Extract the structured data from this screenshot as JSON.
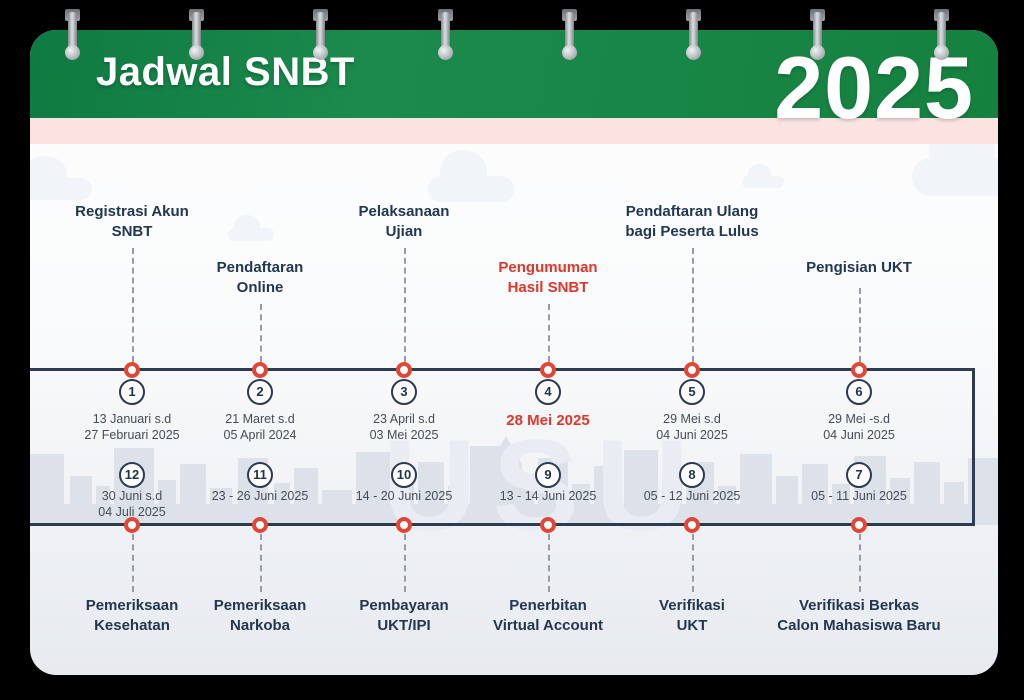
{
  "header": {
    "title": "Jadwal SNBT",
    "year": "2025"
  },
  "watermark": "USU",
  "colors": {
    "header_green": "#17854a",
    "pink_stripe": "#fae3e1",
    "accent_red": "#e0372b",
    "navy_text": "#223750",
    "timeline_line": "#2d3c52",
    "marker_red": "#e24735",
    "skyline_gray": "#dde2ea"
  },
  "timeline": {
    "top": [
      {
        "num": "1",
        "title": "Registrasi Akun\nSNBT",
        "date": "13 Januari s.d\n27 Februari 2025"
      },
      {
        "num": "2",
        "title": "Pendaftaran\nOnline",
        "date": "21 Maret s.d\n05 April 2024"
      },
      {
        "num": "3",
        "title": "Pelaksanaan\nUjian",
        "date": "23 April s.d\n03 Mei 2025"
      },
      {
        "num": "4",
        "title": "Pengumuman\nHasil SNBT",
        "date": "28 Mei 2025"
      },
      {
        "num": "5",
        "title": "Pendaftaran Ulang\nbagi Peserta Lulus",
        "date": "29 Mei s.d\n04 Juni 2025"
      },
      {
        "num": "6",
        "title": "Pengisian UKT",
        "date": "29 Mei -s.d\n04 Juni 2025"
      }
    ],
    "bottom": [
      {
        "num": "12",
        "date": "30 Juni s.d\n04 Juli 2025",
        "title": "Pemeriksaan\nKesehatan"
      },
      {
        "num": "11",
        "date": "23 - 26 Juni 2025",
        "title": "Pemeriksaan\nNarkoba"
      },
      {
        "num": "10",
        "date": "14 - 20 Juni 2025",
        "title": "Pembayaran\nUKT/IPI"
      },
      {
        "num": "9",
        "date": "13 - 14 Juni 2025",
        "title": "Penerbitan\nVirtual Account"
      },
      {
        "num": "8",
        "date": "05 - 12 Juni 2025",
        "title": "Verifikasi\nUKT"
      },
      {
        "num": "7",
        "date": "05 - 11 Juni 2025",
        "title": "Verifikasi Berkas\nCalon Mahasiswa Baru"
      }
    ]
  }
}
